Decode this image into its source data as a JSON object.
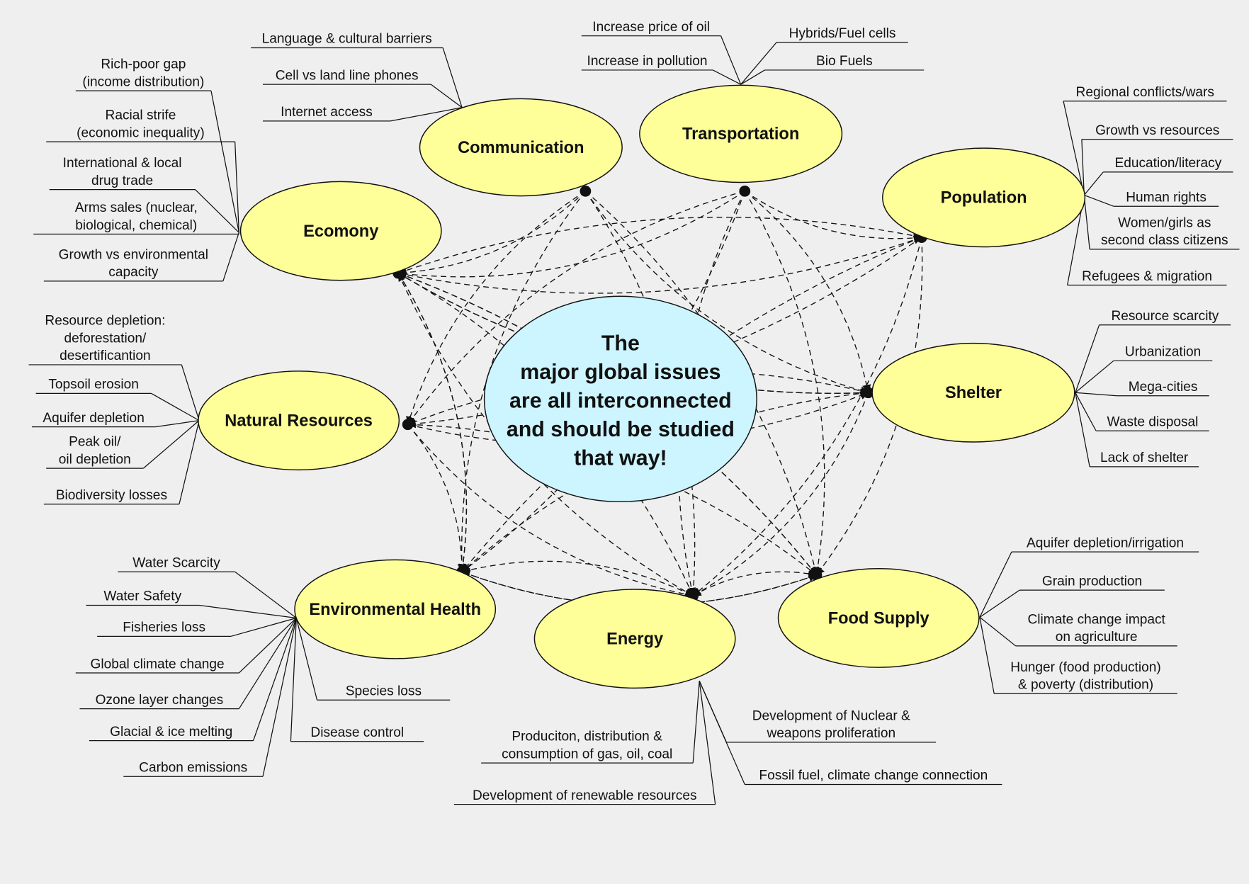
{
  "colors": {
    "background": "#efefef",
    "node_fill": "#ffff99",
    "center_fill": "#ccf5ff",
    "line": "#111111"
  },
  "center": {
    "lines": [
      "The",
      "major global issues",
      "are all interconnected",
      "and should be studied",
      "that way!"
    ]
  },
  "nodes": {
    "communication": {
      "title": "Communication",
      "branches": [
        {
          "lines": [
            "Language & cultural barriers"
          ]
        },
        {
          "lines": [
            "Cell vs land line phones"
          ]
        },
        {
          "lines": [
            "Internet access"
          ]
        }
      ]
    },
    "transportation": {
      "title": "Transportation",
      "branches": [
        {
          "lines": [
            "Increase price of oil"
          ]
        },
        {
          "lines": [
            "Increase in pollution"
          ]
        },
        {
          "lines": [
            "Hybrids/Fuel cells"
          ]
        },
        {
          "lines": [
            "Bio Fuels"
          ]
        }
      ]
    },
    "economy": {
      "title": "Ecomony",
      "branches": [
        {
          "lines": [
            "Rich-poor gap",
            "(income distribution)"
          ]
        },
        {
          "lines": [
            "Racial strife",
            "(economic inequality)"
          ]
        },
        {
          "lines": [
            "International & local",
            "drug trade"
          ]
        },
        {
          "lines": [
            "Arms sales (nuclear,",
            "biological, chemical)"
          ]
        },
        {
          "lines": [
            "Growth vs environmental",
            "capacity"
          ]
        }
      ]
    },
    "population": {
      "title": "Population",
      "branches": [
        {
          "lines": [
            "Regional conflicts/wars"
          ]
        },
        {
          "lines": [
            "Growth vs resources"
          ]
        },
        {
          "lines": [
            "Education/literacy"
          ]
        },
        {
          "lines": [
            "Human rights"
          ]
        },
        {
          "lines": [
            "Women/girls as",
            "second class citizens"
          ]
        },
        {
          "lines": [
            "Refugees & migration"
          ]
        }
      ]
    },
    "natural_resources": {
      "title": "Natural Resources",
      "branches": [
        {
          "lines": [
            "Resource depletion:",
            "deforestation/",
            "desertificantion"
          ]
        },
        {
          "lines": [
            "Topsoil erosion"
          ]
        },
        {
          "lines": [
            "Aquifer depletion"
          ]
        },
        {
          "lines": [
            "Peak oil/",
            "oil depletion"
          ]
        },
        {
          "lines": [
            "Biodiversity losses"
          ]
        }
      ]
    },
    "shelter": {
      "title": "Shelter",
      "branches": [
        {
          "lines": [
            "Resource scarcity"
          ]
        },
        {
          "lines": [
            "Urbanization"
          ]
        },
        {
          "lines": [
            "Mega-cities"
          ]
        },
        {
          "lines": [
            "Waste disposal"
          ]
        },
        {
          "lines": [
            "Lack of shelter"
          ]
        }
      ]
    },
    "environmental_health": {
      "title": "Environmental Health",
      "branches": [
        {
          "lines": [
            "Water Scarcity"
          ]
        },
        {
          "lines": [
            "Water Safety"
          ]
        },
        {
          "lines": [
            "Fisheries loss"
          ]
        },
        {
          "lines": [
            "Global climate change"
          ]
        },
        {
          "lines": [
            "Ozone layer changes"
          ]
        },
        {
          "lines": [
            "Glacial & ice melting"
          ]
        },
        {
          "lines": [
            "Carbon emissions"
          ]
        },
        {
          "lines": [
            "Species loss"
          ]
        },
        {
          "lines": [
            "Disease control"
          ]
        }
      ]
    },
    "energy": {
      "title": "Energy",
      "branches": [
        {
          "lines": [
            "Produciton, distribution &",
            "consumption of gas, oil, coal"
          ]
        },
        {
          "lines": [
            "Development of renewable resources"
          ]
        },
        {
          "lines": [
            "Development of Nuclear &",
            "weapons proliferation"
          ]
        },
        {
          "lines": [
            "Fossil fuel, climate change connection"
          ]
        }
      ]
    },
    "food_supply": {
      "title": "Food Supply",
      "branches": [
        {
          "lines": [
            "Aquifer depletion/irrigation"
          ]
        },
        {
          "lines": [
            "Grain production"
          ]
        },
        {
          "lines": [
            "Climate change impact",
            "on agriculture"
          ]
        },
        {
          "lines": [
            "Hunger (food production)",
            "& poverty (distribution)"
          ]
        }
      ]
    }
  }
}
